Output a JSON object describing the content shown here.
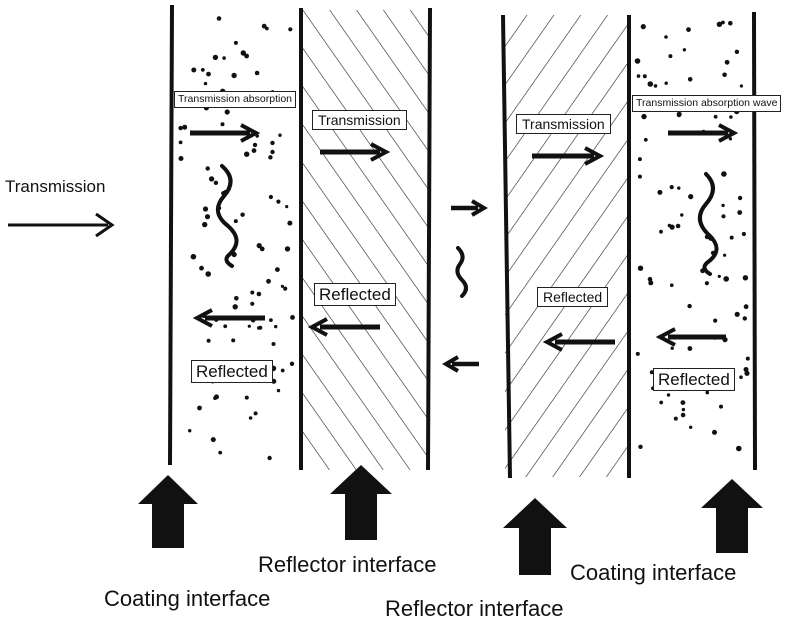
{
  "labels": {
    "incident": "Transmission",
    "left_trans_absorption": "Transmission absorption",
    "left_transmission": "Transmission",
    "left_reflected_reflector": "Reflected",
    "left_reflected_coating": "Reflected",
    "right_transmission": "Transmission",
    "right_trans_absorption_wave": "Transmission absorption wave",
    "right_reflected_reflector": "Reflected",
    "right_reflected_coating": "Reflected",
    "coating_interface_left": "Coating interface",
    "reflector_interface_left": "Reflector interface",
    "reflector_interface_right": "Reflector interface",
    "coating_interface_right": "Coating interface"
  },
  "regions": {
    "left_coating": "dotted",
    "left_reflector": "hatched",
    "right_reflector": "hatched",
    "right_coating": "dotted"
  },
  "colors": {
    "ink": "#111111",
    "background": "#ffffff"
  }
}
